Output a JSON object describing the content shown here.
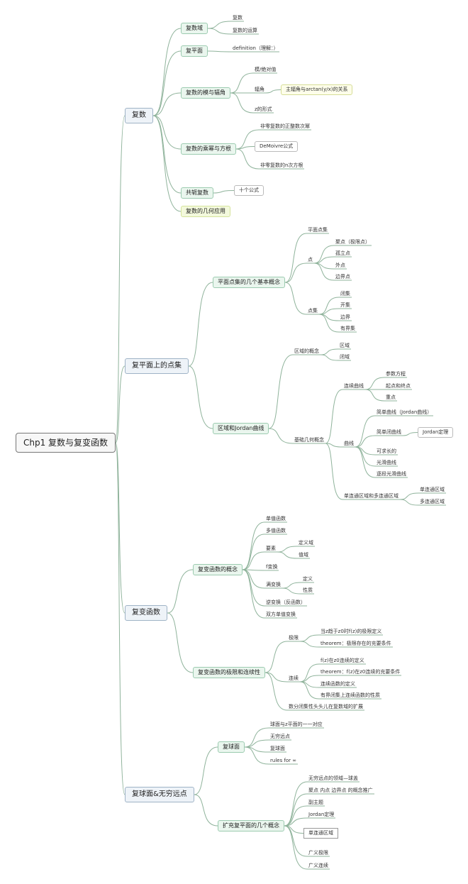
{
  "root": "Chp1 复数与复变函数",
  "s1": {
    "title": "复数",
    "a": {
      "label": "复数域",
      "c1": "复数",
      "c2": "复数的运算"
    },
    "b": {
      "label": "复平面",
      "c1": "definition（理解：）"
    },
    "c": {
      "label": "复数的模与辐角",
      "c1": "模/绝对值",
      "c2": "辐角",
      "c2a": "主辐角与arctan(y/x)的关系",
      "c3": "z的形式"
    },
    "d": {
      "label": "复数的乘幂与方根",
      "c1": "非零复数的正整数次幂",
      "c2": "DeMoivre公式",
      "c3": "非零复数的n次方根"
    },
    "e": {
      "label": "共轭复数",
      "c1": "十个公式"
    },
    "f": {
      "label": "复数的几何应用"
    }
  },
  "s2": {
    "title": "复平面上的点集",
    "a": {
      "label": "平面点集的几个基本概念",
      "c1": "平面点集",
      "c2": "点",
      "c2a": "聚点（极限点）",
      "c2b": "孤立点",
      "c2c": "外点",
      "c2d": "边界点",
      "c3": "点集",
      "c3a": "闭集",
      "c3b": "开集",
      "c3c": "边界",
      "c3d": "有界集"
    },
    "b": {
      "label": "区域和Jordan曲线",
      "c1": "区域的概念",
      "c1a": "区域",
      "c1b": "闭域",
      "c2": "基础几何概念",
      "c2a": "连续曲线",
      "c2a1": "参数方程",
      "c2a2": "起点和终点",
      "c2a3": "重点",
      "c2b": "曲线",
      "c2b1": "简单曲线（Jordan曲线）",
      "c2b2": "简单闭曲线",
      "c2b2a": "Jordan定理",
      "c2b3": "可求长的",
      "c2b4": "光滑曲线",
      "c2b5": "逐段光滑曲线",
      "c2c": "单连通区域和多连通区域",
      "c2c1": "单连通区域",
      "c2c2": "多连通区域"
    }
  },
  "s3": {
    "title": "复变函数",
    "a": {
      "label": "复变函数的概念",
      "c1": "单值函数",
      "c2": "多值函数",
      "c3": "要素",
      "c3a": "定义域",
      "c3b": "值域",
      "c4": "f变换",
      "c5": "满变换",
      "c5a": "定义",
      "c5b": "性质",
      "c6": "逆变换（反函数）",
      "c7": "双方单值变换"
    },
    "b": {
      "label": "复变函数的极限和连续性",
      "c1": "极限",
      "c1a": "当z趋于z0时f(z)的极限定义",
      "c1b": "theorem：极限存在的充要条件",
      "c2": "连续",
      "c2a": "f(z)在z0连续的定义",
      "c2b": "theorem：f(z)在z0连续的充要条件",
      "c2c": "连续函数的定义",
      "c2d": "有界闭集上连续函数的性质",
      "c3": "数分闭集性头头儿在复数域的扩展"
    }
  },
  "s4": {
    "title": "复球面&无穷远点",
    "a": {
      "label": "复球面",
      "c1": "球面与z平面的一一对应",
      "c2": "无穷远点",
      "c3": "复球面",
      "c4": "rules for ∞"
    },
    "b": {
      "label": "扩充复平面的几个概念",
      "c1": "无穷远点的领域—球盖",
      "c2": "聚点 内点 边界点 的概念推广",
      "c3": "副主题",
      "c4": "Jordan定理",
      "c5": "单连通区域",
      "c6": "广义极限",
      "c7": "广义连续"
    }
  },
  "colors": {
    "line": "#8fb39b",
    "root_border": "#777777",
    "l1_fill": "#eef3f8",
    "l2_fill": "#eaf6ee"
  }
}
